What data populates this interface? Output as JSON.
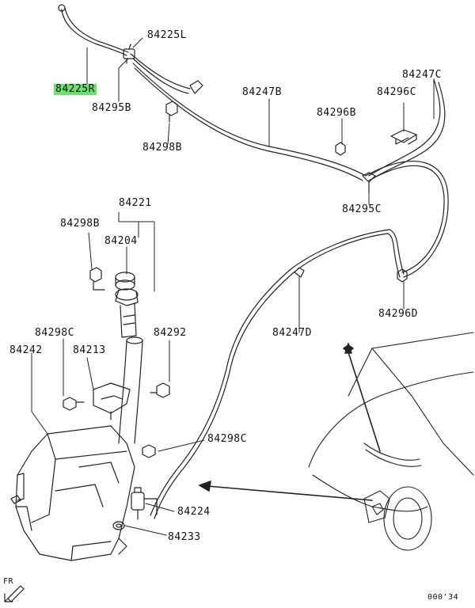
{
  "diagram": {
    "highlight_color": "#6de06d",
    "line_color": "#222222",
    "part_labels": {
      "p84225L": "84225L",
      "p84225R": "84225R",
      "p84295B": "84295B",
      "p84298B_top": "84298B",
      "p84247B": "84247B",
      "p84247C": "84247C",
      "p84296C": "84296C",
      "p84296B": "84296B",
      "p84295C": "84295C",
      "p84221": "84221",
      "p84298B_mid": "84298B",
      "p84204": "84204",
      "p84296D": "84296D",
      "p84247D": "84247D",
      "p84298C_left": "84298C",
      "p84292": "84292",
      "p84242": "84242",
      "p84213": "84213",
      "p84298C_right": "84298C",
      "p84224": "84224",
      "p84233": "84233"
    },
    "direction_label": "FR",
    "diagram_code": "000'34"
  }
}
